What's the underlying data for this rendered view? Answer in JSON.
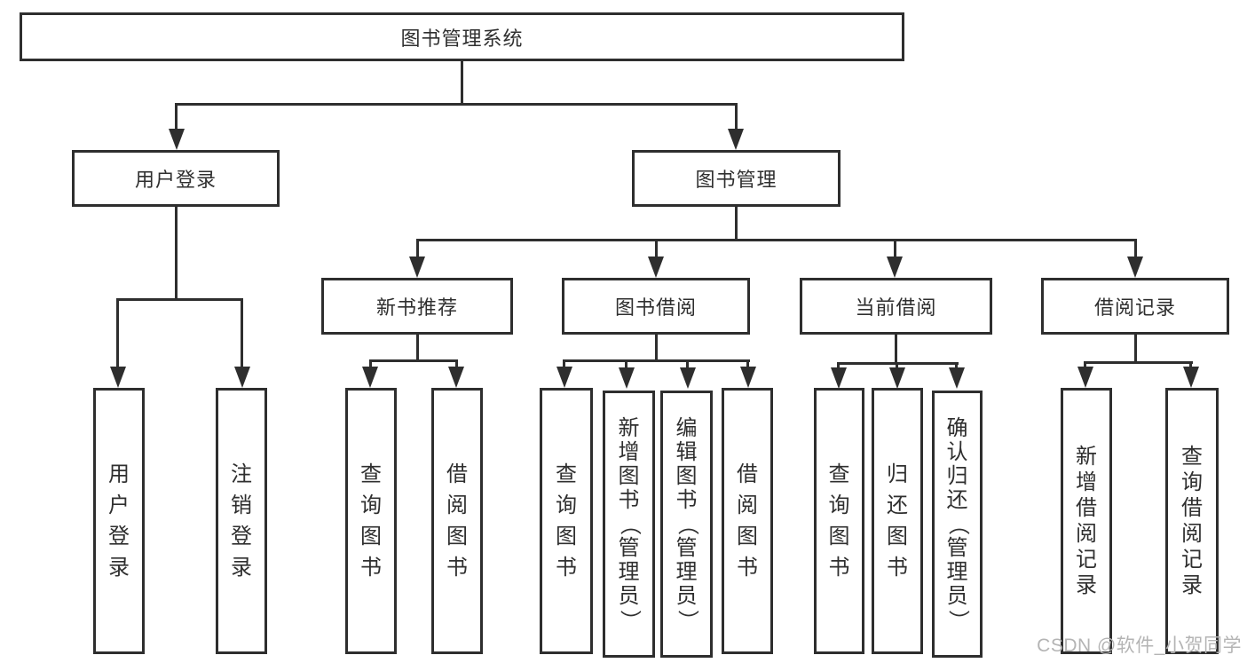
{
  "tree": {
    "root": {
      "label": "图书管理系统",
      "children": [
        {
          "label": "用户登录",
          "children": [
            {
              "label": "用户登录"
            },
            {
              "label": "注销登录"
            }
          ]
        },
        {
          "label": "图书管理",
          "children": [
            {
              "label": "新书推荐",
              "children": [
                {
                  "label": "查询图书"
                },
                {
                  "label": "借阅图书"
                }
              ]
            },
            {
              "label": "图书借阅",
              "children": [
                {
                  "label": "查询图书"
                },
                {
                  "label": "新增图书（管理员）"
                },
                {
                  "label": "编辑图书（管理员）"
                },
                {
                  "label": "借阅图书"
                }
              ]
            },
            {
              "label": "当前借阅",
              "children": [
                {
                  "label": "查询图书"
                },
                {
                  "label": "归还图书"
                },
                {
                  "label": "确认归还（管理员）"
                }
              ]
            },
            {
              "label": "借阅记录",
              "children": [
                {
                  "label": "新增借阅记录"
                },
                {
                  "label": "查询借阅记录"
                }
              ]
            }
          ]
        }
      ]
    }
  },
  "watermark": {
    "text": "CSDN @软件_小贺同学",
    "color": "#b4b4b4"
  },
  "colors": {
    "line": "#2e2e2e",
    "box_border": "#2e2e2e",
    "text": "#2f2f2f",
    "background": "#ffffff"
  }
}
